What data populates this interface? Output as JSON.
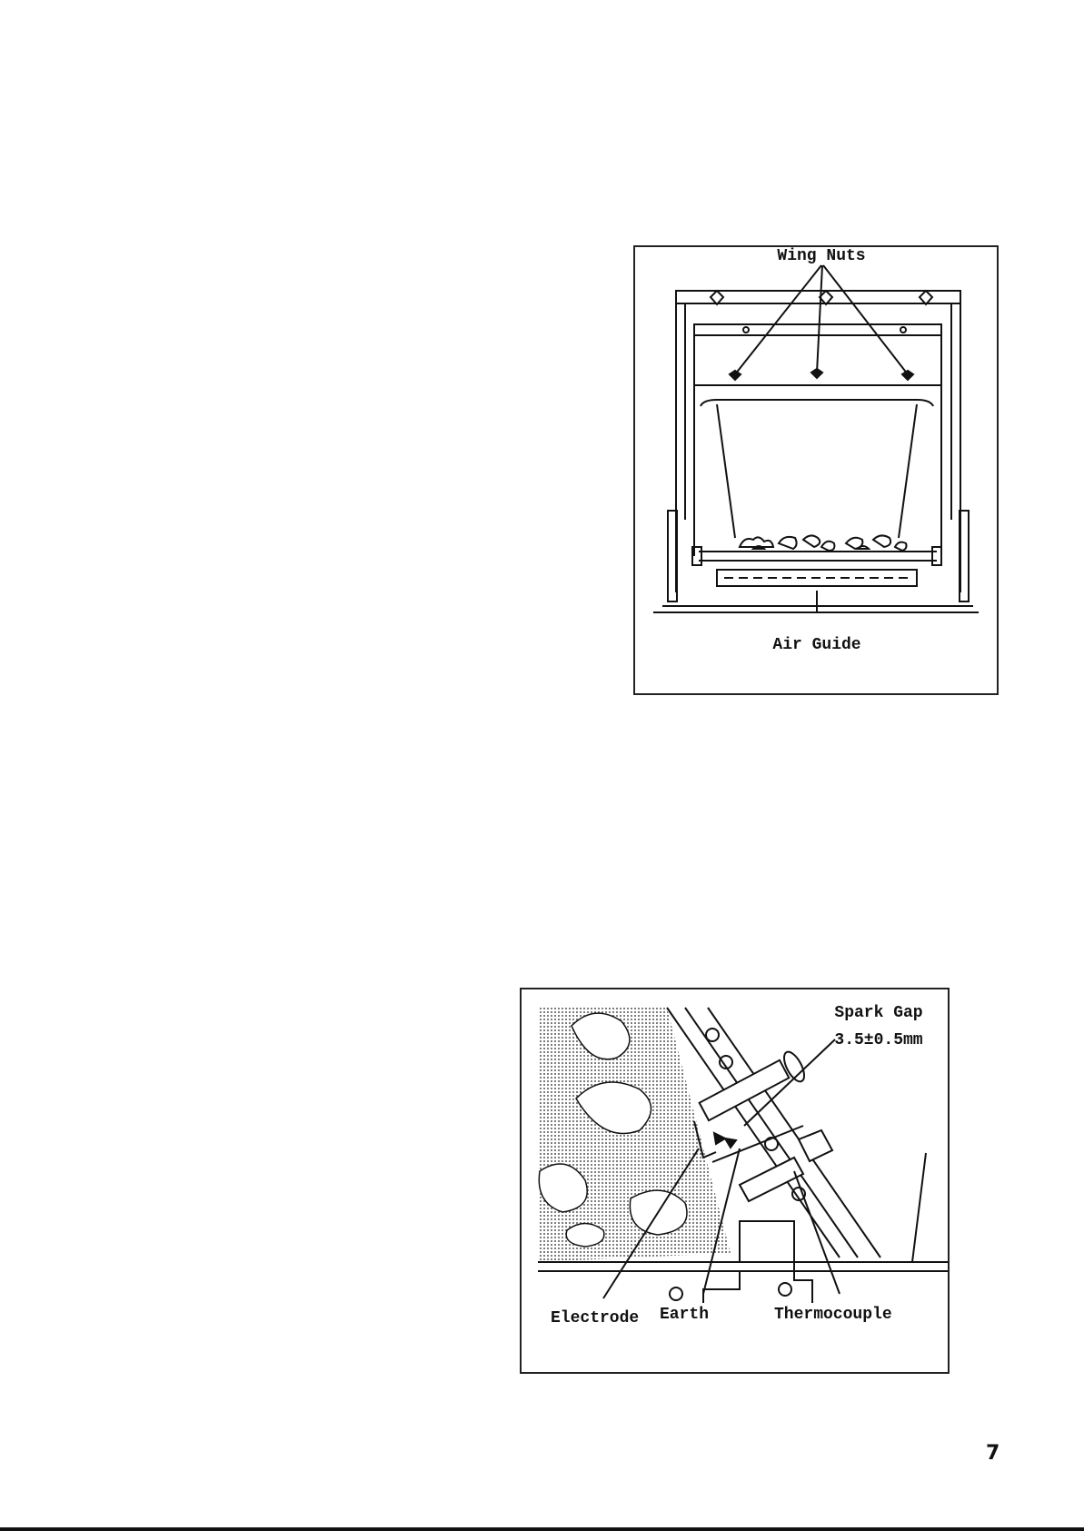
{
  "figure_wing_nuts": {
    "label_top": "Wing Nuts",
    "label_bottom": "Air Guide"
  },
  "figure_spark_gap": {
    "label_title": "Spark Gap",
    "label_gap_value": "3.5±0.5mm",
    "label_electrode": "Electrode",
    "label_earth": "Earth",
    "label_thermocouple": "Thermocouple"
  },
  "page": {
    "number": "7"
  }
}
